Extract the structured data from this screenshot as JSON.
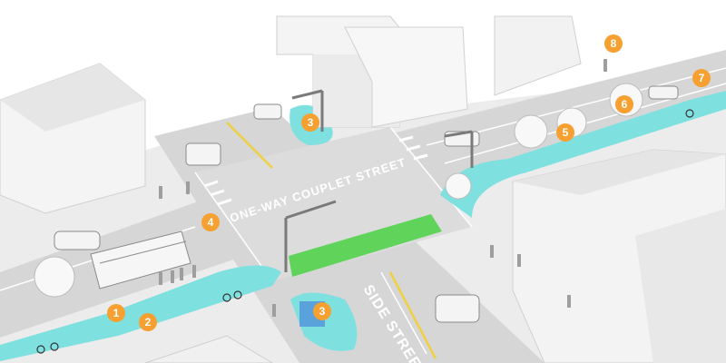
{
  "streets": {
    "main": "ONE-WAY COUPLET STREET",
    "side": "SIDE STREET"
  },
  "markers": [
    {
      "id": "m1",
      "label": "1"
    },
    {
      "id": "m2",
      "label": "2"
    },
    {
      "id": "m3a",
      "label": "3"
    },
    {
      "id": "m3b",
      "label": "3"
    },
    {
      "id": "m4",
      "label": "4"
    },
    {
      "id": "m5",
      "label": "5"
    },
    {
      "id": "m6",
      "label": "6"
    },
    {
      "id": "m7",
      "label": "7"
    },
    {
      "id": "m8",
      "label": "8"
    }
  ],
  "colors": {
    "road": "#d9d9d9",
    "curb": "#c4c4c4",
    "building": "#f2f2f2",
    "buildingShade": "#e3e3e3",
    "teal": "#7fe0e0",
    "tealDark": "#3cbfcf",
    "green": "#5fd35a",
    "marker": "#f5a030",
    "yellowLine": "#f0d040",
    "lane": "#ffffff"
  }
}
